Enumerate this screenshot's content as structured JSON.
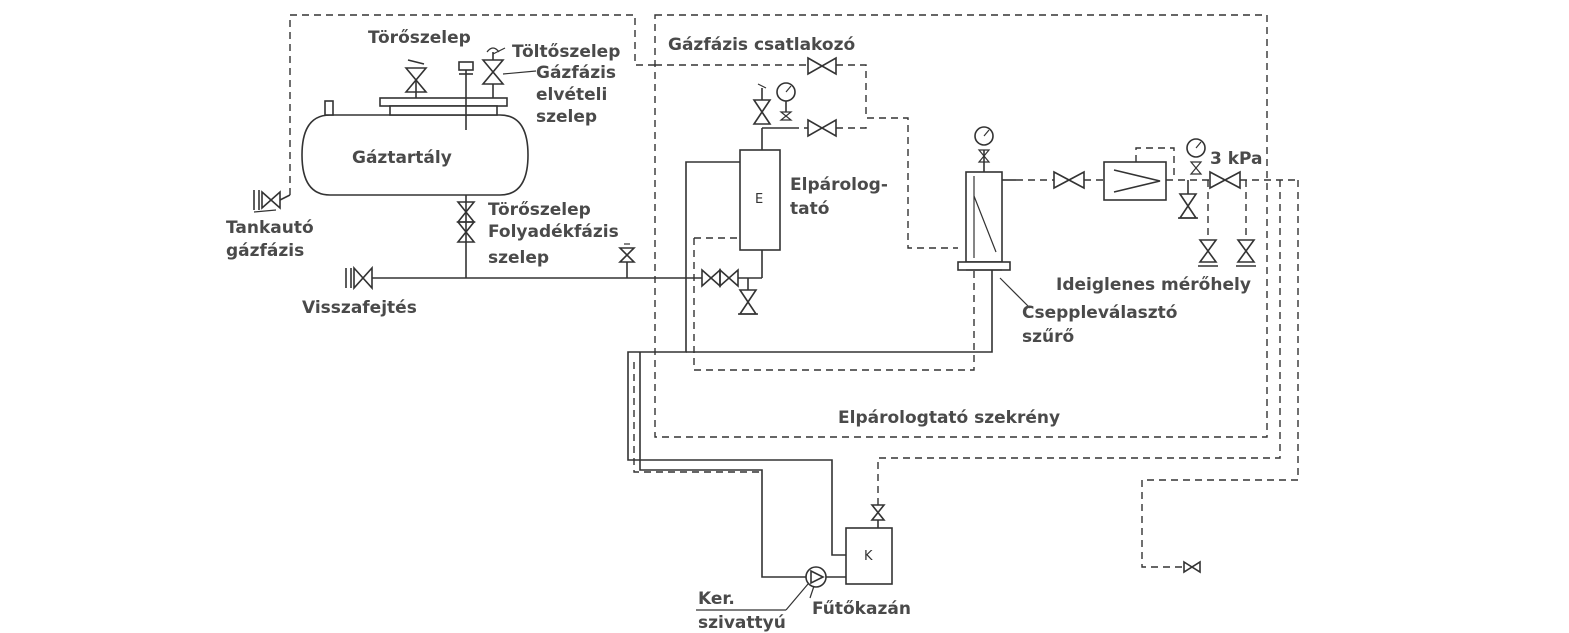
{
  "labels": {
    "torszelep_top": "Törőszelep",
    "toltoszelep": "Töltőszelep",
    "gazfazis_elveteli_1": "Gázfázis",
    "gazfazis_elveteli_2": "elvételi",
    "gazfazis_elveteli_3": "szelep",
    "gazfazis_csatlakozo": "Gázfázis csatlakozó",
    "gaztartaly": "Gáztartály",
    "tankauto_1": "Tankautó",
    "tankauto_2": "gázfázis",
    "torszelep_bottom": "Törőszelep",
    "folyadekfazis_1": "Folyadékfázis",
    "folyadekfazis_2": "szelep",
    "visszafejtes": "Visszafejtés",
    "elparologtato_1": "Elpárolog-",
    "elparologtato_2": "tató",
    "evaporator_letter": "E",
    "pressure_3kpa": "3 kPa",
    "ideiglenes_merohely": "Ideiglenes mérőhely",
    "csepplevalaszto_1": "Cseppleválasztó",
    "csepplevalaszto_2": "szűrő",
    "elparologtato_szekreny": "Elpárologtató szekrény",
    "boiler_letter": "K",
    "ker_szivattyu_1": "Ker.",
    "ker_szivattyu_2": "szivattyú",
    "futokazan": "Fűtőkazán"
  }
}
